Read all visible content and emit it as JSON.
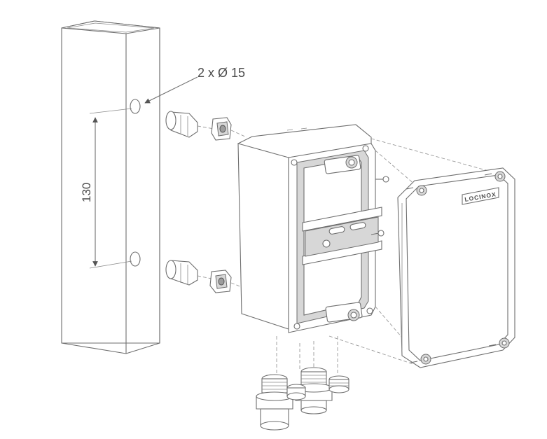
{
  "annotations": {
    "hole_spec": "2 x Ø 15",
    "dimension": "130",
    "brand": "LOCINOX"
  },
  "colors": {
    "line": "#6e6e6e",
    "fill_light": "#d7d7d7",
    "fill_dark": "#9d9d9d",
    "background": "#ffffff"
  }
}
